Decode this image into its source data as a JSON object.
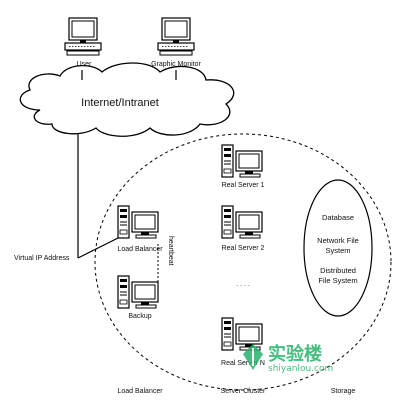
{
  "nodes": {
    "user": "User",
    "graphic_monitor": "Graphic Monitor",
    "cloud": "Internet/Intranet",
    "virtual_ip": "Virtual IP Address",
    "load_balancer": "Load Balancer",
    "heartbeat": "heartbeat",
    "backup": "Backup",
    "real_server_1": "Real Server 1",
    "real_server_2": "Real Server 2",
    "ellipsis": ". . . .",
    "real_server_n": "Real Server N"
  },
  "storage": {
    "database": "Database",
    "network_file_system_1": "Network File",
    "network_file_system_2": "System",
    "distributed_1": "Distributed",
    "distributed_2": "File System"
  },
  "bottom_labels": {
    "load_balancer": "Load Balancer",
    "server_cluster": "Server Cluster",
    "storage": "Storage"
  },
  "watermark": {
    "cn": "实验楼",
    "url": "shiyanlou.com",
    "color": "#25b36a"
  }
}
